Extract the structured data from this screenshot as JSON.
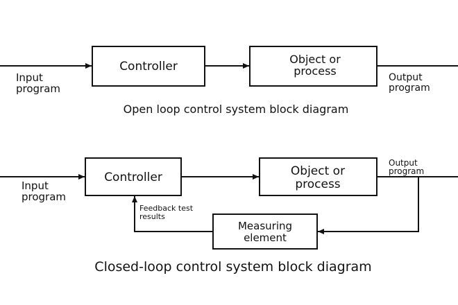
{
  "open_loop": {
    "input_line1": "Input",
    "input_line2": "program",
    "controller": "Controller",
    "process_line1": "Object or",
    "process_line2": "process",
    "output_line1": "Output",
    "output_line2": "program",
    "caption": "Open loop control system block diagram"
  },
  "closed_loop": {
    "input_line1": "Input",
    "input_line2": "program",
    "controller": "Controller",
    "process_line1": "Object or",
    "process_line2": "process",
    "output_line1": "Output",
    "output_line2": "program",
    "feedback_line1": "Feedback test",
    "feedback_line2": "results",
    "measuring_line1": "Measuring",
    "measuring_line2": "element",
    "caption": "Closed-loop control system block diagram"
  }
}
